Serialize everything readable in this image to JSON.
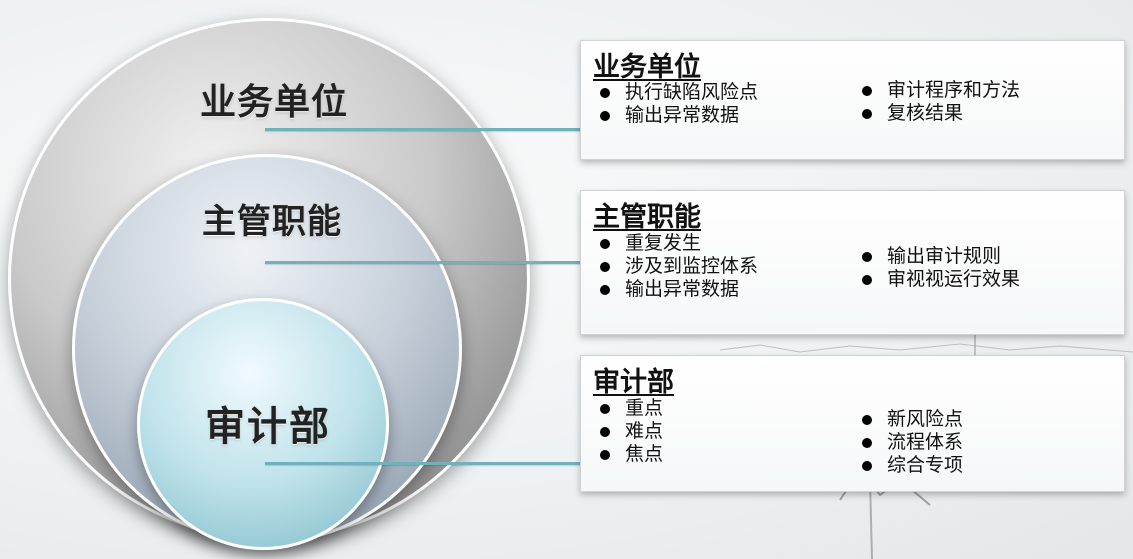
{
  "circles": {
    "outer": "业务单位",
    "middle": "主管职能",
    "inner": "审计部"
  },
  "panels": [
    {
      "title": "业务单位",
      "left_items": [
        "执行缺陷风险点",
        "输出异常数据"
      ],
      "right_items": [
        "审计程序和方法",
        "复核结果"
      ]
    },
    {
      "title": "主管职能",
      "left_items": [
        "重复发生",
        "涉及到监控体系",
        "输出异常数据"
      ],
      "right_items": [
        "输出审计规则",
        "审视视运行效果"
      ]
    },
    {
      "title": "审计部",
      "left_items": [
        "重点",
        "难点",
        "焦点"
      ],
      "right_items": [
        "新风险点",
        "流程体系",
        "综合专项"
      ]
    }
  ],
  "colors": {
    "connector": "#6fb2bb",
    "inner_circle": "#bfe2ea",
    "middle_circle": "#c7d0da",
    "outer_circle": "#c9c9c9"
  }
}
